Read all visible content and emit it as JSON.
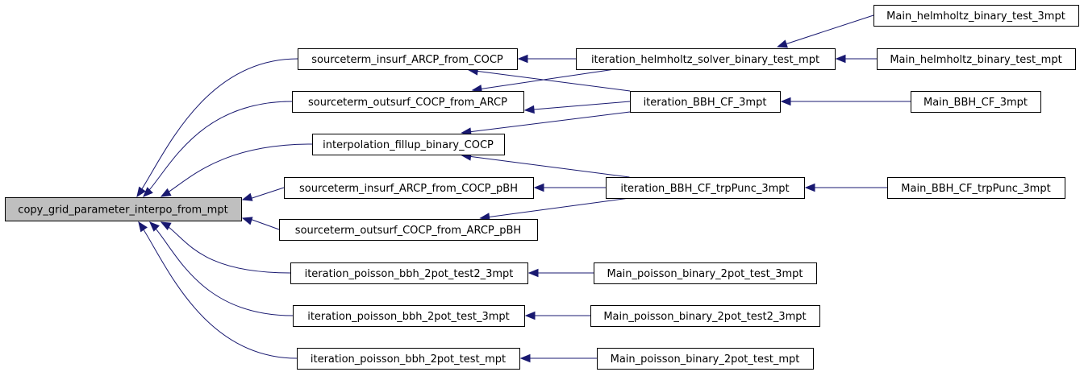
{
  "graph": {
    "nodes": [
      {
        "id": "root",
        "label": "copy_grid_parameter_interpo_from_mpt"
      },
      {
        "id": "si_arcp",
        "label": "sourceterm_insurf_ARCP_from_COCP"
      },
      {
        "id": "so_cocp",
        "label": "sourceterm_outsurf_COCP_from_ARCP"
      },
      {
        "id": "interp",
        "label": "interpolation_fillup_binary_COCP"
      },
      {
        "id": "si_arcp_pbh",
        "label": "sourceterm_insurf_ARCP_from_COCP_pBH"
      },
      {
        "id": "so_cocp_pbh",
        "label": "sourceterm_outsurf_COCP_from_ARCP_pBH"
      },
      {
        "id": "ip_test2",
        "label": "iteration_poisson_bbh_2pot_test2_3mpt"
      },
      {
        "id": "ip_test3",
        "label": "iteration_poisson_bbh_2pot_test_3mpt"
      },
      {
        "id": "ip_testmpt",
        "label": "iteration_poisson_bbh_2pot_test_mpt"
      },
      {
        "id": "ihs",
        "label": "iteration_helmholtz_solver_binary_test_mpt"
      },
      {
        "id": "ibbh",
        "label": "iteration_BBH_CF_3mpt"
      },
      {
        "id": "ibbh_trp",
        "label": "iteration_BBH_CF_trpPunc_3mpt"
      },
      {
        "id": "mh3",
        "label": "Main_helmholtz_binary_test_3mpt"
      },
      {
        "id": "mhm",
        "label": "Main_helmholtz_binary_test_mpt"
      },
      {
        "id": "mbbh",
        "label": "Main_BBH_CF_3mpt"
      },
      {
        "id": "mbbh_trp",
        "label": "Main_BBH_CF_trpPunc_3mpt"
      },
      {
        "id": "mp_test3",
        "label": "Main_poisson_binary_2pot_test_3mpt"
      },
      {
        "id": "mp_test2",
        "label": "Main_poisson_binary_2pot_test2_3mpt"
      },
      {
        "id": "mp_testmpt",
        "label": "Main_poisson_binary_2pot_test_mpt"
      }
    ],
    "edges": [
      {
        "from": "si_arcp",
        "to": "root"
      },
      {
        "from": "so_cocp",
        "to": "root"
      },
      {
        "from": "interp",
        "to": "root"
      },
      {
        "from": "si_arcp_pbh",
        "to": "root"
      },
      {
        "from": "so_cocp_pbh",
        "to": "root"
      },
      {
        "from": "ip_test2",
        "to": "root"
      },
      {
        "from": "ip_test3",
        "to": "root"
      },
      {
        "from": "ip_testmpt",
        "to": "root"
      },
      {
        "from": "ihs",
        "to": "si_arcp"
      },
      {
        "from": "ibbh",
        "to": "si_arcp"
      },
      {
        "from": "ihs",
        "to": "so_cocp"
      },
      {
        "from": "ibbh",
        "to": "so_cocp"
      },
      {
        "from": "ibbh",
        "to": "interp"
      },
      {
        "from": "ibbh_trp",
        "to": "interp"
      },
      {
        "from": "ibbh_trp",
        "to": "si_arcp_pbh"
      },
      {
        "from": "ibbh_trp",
        "to": "so_cocp_pbh"
      },
      {
        "from": "mh3",
        "to": "ihs"
      },
      {
        "from": "mhm",
        "to": "ihs"
      },
      {
        "from": "mbbh",
        "to": "ibbh"
      },
      {
        "from": "mbbh_trp",
        "to": "ibbh_trp"
      },
      {
        "from": "mp_test3",
        "to": "ip_test2"
      },
      {
        "from": "mp_test2",
        "to": "ip_test3"
      },
      {
        "from": "mp_testmpt",
        "to": "ip_testmpt"
      }
    ]
  }
}
